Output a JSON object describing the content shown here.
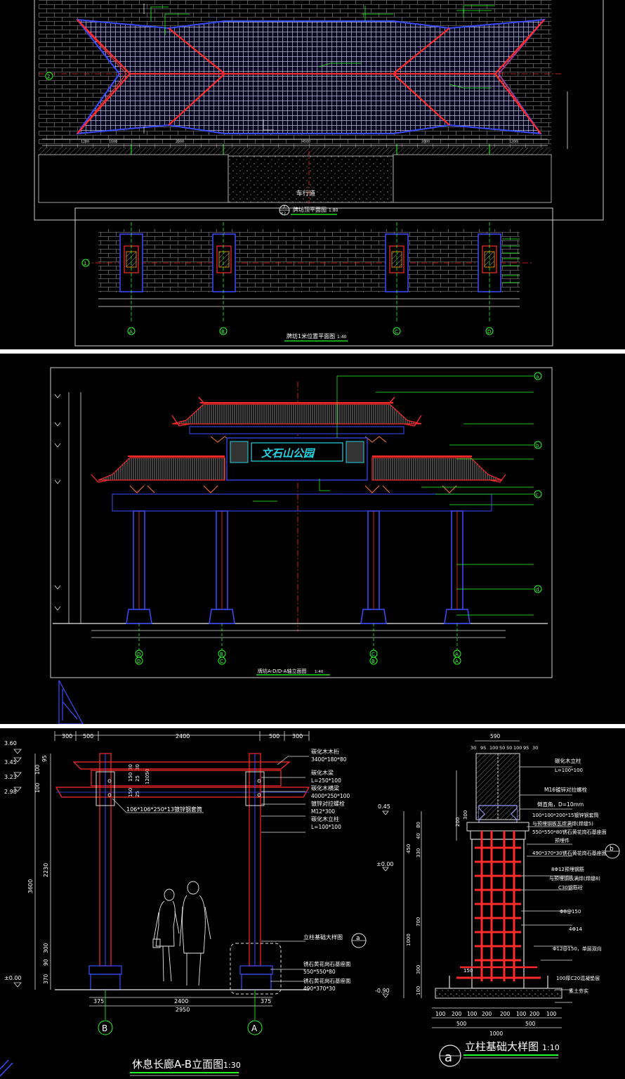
{
  "colors": {
    "background": "#000000",
    "red": "#ff2a2a",
    "green": "#22ff22",
    "blue": "#3a4cff",
    "white": "#f0f0f0",
    "cyan": "#21d6e6",
    "grid": "#7a7a7a"
  },
  "sheet1": {
    "roof_plan_title": "牌坊顶平面图",
    "roof_plan_scale": "1:80",
    "roof_plan_marker_num": "7",
    "roof_plan_marker_sheet": "8.2",
    "road_label": "车行道",
    "axis_labels": [
      "A",
      "B",
      "C",
      "D"
    ],
    "grid_marker_left": "2",
    "grid_marker_bottom": "1",
    "column_plan_title": "牌坊1米位置平面图",
    "column_plan_scale": "1:40",
    "column_plan_marker": "1"
  },
  "sheet2": {
    "plaque_text": "文石山公园",
    "elevation_title": "牌坊A-D/D-A轴立面图",
    "elevation_scale": "1:40",
    "axis_bottom_top": [
      "D",
      "B",
      "C",
      "A"
    ],
    "axis_bottom_bottom": [
      "D",
      "C",
      "B",
      "A"
    ],
    "callout_markers": [
      "a",
      "b",
      "c",
      "d"
    ]
  },
  "sheet3": {
    "left_title": "休息长廊A-B立面图",
    "left_scale": "1:30",
    "right_title": "立柱基础大样图",
    "right_scale": "1:10",
    "right_marker": "a",
    "axis_b": "B",
    "axis_a": "A",
    "callout_detail_label": "立柱基础大样图",
    "callout_detail_marker": "a",
    "callout_b_marker": "b",
    "top_dims": [
      "300",
      "500",
      "2400",
      "500",
      "300"
    ],
    "bottom_dims": [
      "375",
      "2400",
      "375"
    ],
    "bottom_total": "2950",
    "levels_left": [
      "3.60",
      "3.45",
      "3.23",
      "2.98",
      "±0.00"
    ],
    "left_vertical_dims": [
      "95",
      "100",
      "100",
      "3600",
      "2230",
      "300",
      "90",
      "370"
    ],
    "mid_vertical_dims": [
      "30",
      "150",
      "30",
      "25",
      "25",
      "150"
    ],
    "span_dim": "12050",
    "left_annotations": [
      {
        "text": "碳化木木桁"
      },
      {
        "text": "3400*180*80"
      },
      {
        "text": "碳化木梁"
      },
      {
        "text": "L=250*100"
      },
      {
        "text": "碳化木横梁"
      },
      {
        "text": "4000*250*100"
      },
      {
        "text": "镀锌对拉螺栓"
      },
      {
        "text": "M12*300"
      },
      {
        "text": "碳化木立柱"
      },
      {
        "text": "L=100*100"
      }
    ],
    "left_inner_note": "106*106*250*13镀锌钢套筒",
    "left_lower_annotations": [
      {
        "text": "锈石黄花岗石基座面"
      },
      {
        "text": "550*550*80"
      },
      {
        "text": "锈石黄花岗石基座面"
      },
      {
        "text": "490*370*30"
      }
    ],
    "right_annotations": [
      {
        "text": "碳化木立柱"
      },
      {
        "text": "L=100*100"
      },
      {
        "text": "M16镀锌对拉螺栓"
      },
      {
        "text": "倒直角，D=10mm"
      },
      {
        "text": "100*100*200*15镀锌钢套筒"
      },
      {
        "text": "与预埋钢板瓦焊满焊(焊缝5)"
      },
      {
        "text": "550*550*80锈石黄花岗石基座面"
      },
      {
        "text": "预埋件"
      },
      {
        "text": "490*370*30锈石黄花岗石基座面"
      },
      {
        "text": "8Φ12预埋钢筋"
      },
      {
        "text": "与预埋钢板满焊(焊缝8)"
      },
      {
        "text": "C30钢筋砼"
      },
      {
        "text": "Φ8@150"
      },
      {
        "text": "4Φ14"
      },
      {
        "text": "Φ12@150，单层双向"
      },
      {
        "text": "100厚C20混凝垫层"
      },
      {
        "text": "素土夯实"
      }
    ],
    "right_top_dims": [
      "30",
      "95",
      "100",
      "50",
      "50",
      "100",
      "95",
      "30"
    ],
    "right_top_total": "590",
    "right_levels": [
      "0.45",
      "±0.00",
      "-0.90"
    ],
    "right_vertical_dims": [
      "80",
      "40",
      "450",
      "330",
      "700",
      "1000",
      "300",
      "200",
      "100",
      "300"
    ],
    "right_bottom_dims": [
      "100",
      "200",
      "100",
      "200",
      "200",
      "100",
      "200",
      "100"
    ],
    "right_bottom_sub": [
      "500",
      "500"
    ],
    "right_bottom_total": "1000",
    "right_inner_dim": "150"
  }
}
